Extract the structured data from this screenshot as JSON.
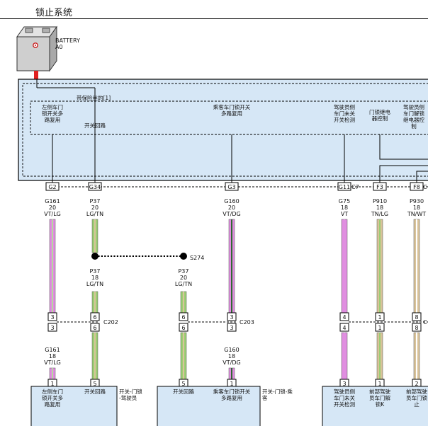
{
  "page": {
    "title": "锁止系统"
  },
  "battery": {
    "name": "BATTERY",
    "code": "A0"
  },
  "module": {
    "fuse_label": "带保险丝的[1]"
  },
  "module_circuits": [
    {
      "id": "lfs",
      "label": "左侧车门锁开关多路复用"
    },
    {
      "id": "sw",
      "label": "开关回路"
    },
    {
      "id": "pmux",
      "label": "乘客车门锁开关多路复用"
    },
    {
      "id": "dda",
      "label": "驾驶员侧车门未关开关检测"
    },
    {
      "id": "lrc",
      "label": "门锁继电器控制"
    },
    {
      "id": "dun",
      "label": "驾驶员侧车门解锁继电器控制"
    }
  ],
  "module_pins": [
    {
      "id": "g2",
      "label": "G2"
    },
    {
      "id": "g34",
      "label": "G34"
    },
    {
      "id": "g3",
      "label": "G3"
    },
    {
      "id": "g11",
      "label": "G11"
    },
    {
      "id": "f3",
      "label": "F3"
    },
    {
      "id": "f8",
      "label": "F8"
    }
  ],
  "module_connector": "C7",
  "module_connector_next": "C",
  "wires_top": [
    {
      "id": "g161",
      "circuit": "G161",
      "gauge": "20",
      "color": "VT/LG",
      "c1": "#e08ee0",
      "c2": "#b5d99c"
    },
    {
      "id": "p37",
      "circuit": "P37",
      "gauge": "20",
      "color": "LG/TN",
      "c1": "#9cce74",
      "c2": "#d9c39a"
    },
    {
      "id": "g160",
      "circuit": "G160",
      "gauge": "20",
      "color": "VT/DG",
      "c1": "#e08ee0",
      "c2": "#2f6a32"
    },
    {
      "id": "g75",
      "circuit": "G75",
      "gauge": "18",
      "color": "VT",
      "c1": "#e08ee0",
      "c2": "#e08ee0"
    },
    {
      "id": "p910",
      "circuit": "P910",
      "gauge": "18",
      "color": "TN/LG",
      "c1": "#d9c39a",
      "c2": "#9cce74"
    },
    {
      "id": "p930",
      "circuit": "P930",
      "gauge": "18",
      "color": "TN/WT",
      "c1": "#d9c39a",
      "c2": "#ffffff"
    }
  ],
  "splice": {
    "name": "S274",
    "left_wire": {
      "circuit": "P37",
      "gauge": "18",
      "color": "LG/TN"
    },
    "right_wire": {
      "circuit": "P37",
      "gauge": "20",
      "color": "LG/TN"
    }
  },
  "connectors": [
    {
      "id": "c202",
      "name": "C202",
      "pins": [
        "3",
        "6"
      ]
    },
    {
      "id": "c203",
      "name": "C203",
      "pins": [
        "6",
        "3"
      ]
    },
    {
      "id": "c7b",
      "name": "C",
      "pins": [
        "4",
        "1",
        "8"
      ]
    }
  ],
  "wires_bottom": [
    {
      "id": "g161b",
      "circuit": "G161",
      "gauge": "18",
      "color": "VT/LG"
    },
    {
      "id": "g160b",
      "circuit": "G160",
      "gauge": "18",
      "color": "VT/DG"
    }
  ],
  "end_pins": [
    "1",
    "5",
    "5",
    "1",
    "3",
    "1",
    "2"
  ],
  "switch_left": {
    "label": "开关-门锁-驾驶员",
    "circuits": [
      "左侧车门锁开关多路复用",
      "开关回路"
    ]
  },
  "switch_right": {
    "label": "开关-门锁-乘客",
    "circuits": [
      "开关回路",
      "乘客车门锁开关多路复用"
    ]
  },
  "right_component": {
    "circuits": [
      "驾驶员侧车门未关开关检测",
      "前部驾驶员车门解锁K",
      "前部驾驶员车门锁止"
    ]
  }
}
